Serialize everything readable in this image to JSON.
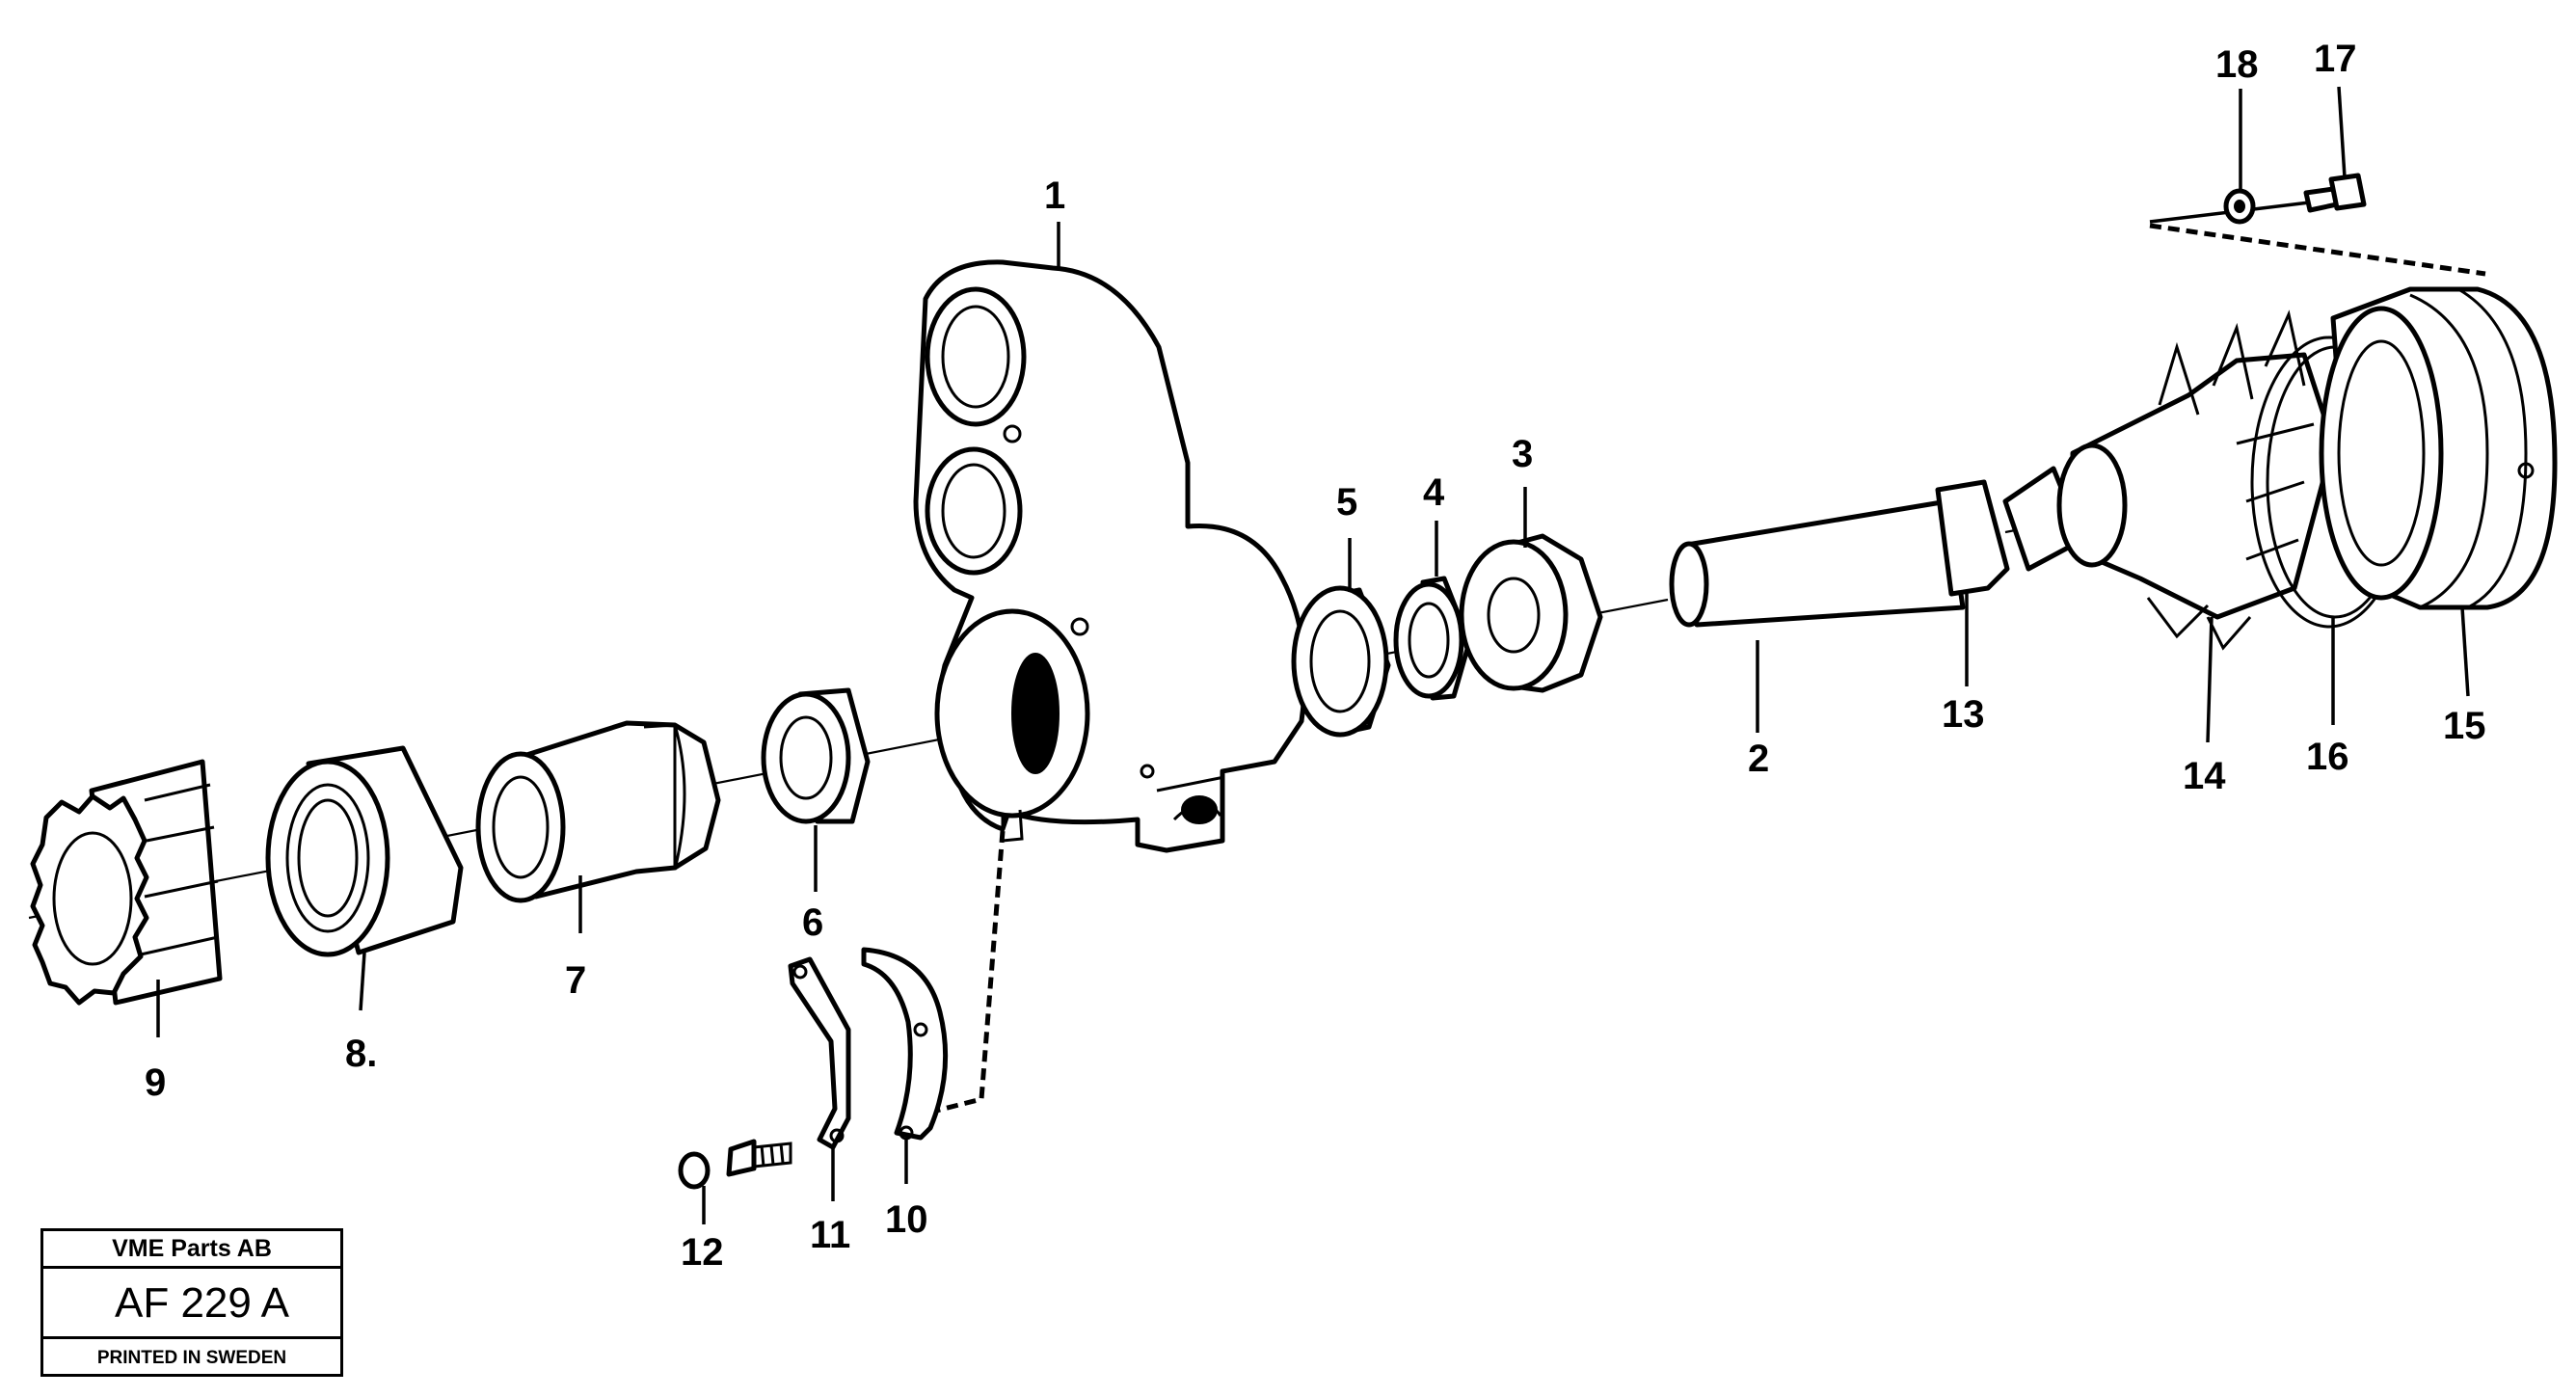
{
  "diagram": {
    "labels": [
      {
        "id": "1",
        "text": "1"
      },
      {
        "id": "2",
        "text": "2"
      },
      {
        "id": "3",
        "text": "3"
      },
      {
        "id": "4",
        "text": "4"
      },
      {
        "id": "5",
        "text": "5"
      },
      {
        "id": "6",
        "text": "6"
      },
      {
        "id": "7",
        "text": "7"
      },
      {
        "id": "8",
        "text": "8."
      },
      {
        "id": "9",
        "text": "9"
      },
      {
        "id": "10",
        "text": "10"
      },
      {
        "id": "11",
        "text": "11"
      },
      {
        "id": "12",
        "text": "12"
      },
      {
        "id": "13",
        "text": "13"
      },
      {
        "id": "14",
        "text": "14"
      },
      {
        "id": "15",
        "text": "15"
      },
      {
        "id": "16",
        "text": "16"
      },
      {
        "id": "17",
        "text": "17"
      },
      {
        "id": "18",
        "text": "18"
      }
    ]
  },
  "title_block": {
    "company": "VME Parts AB",
    "code": "AF 229  A",
    "note": "PRINTED IN SWEDEN"
  }
}
